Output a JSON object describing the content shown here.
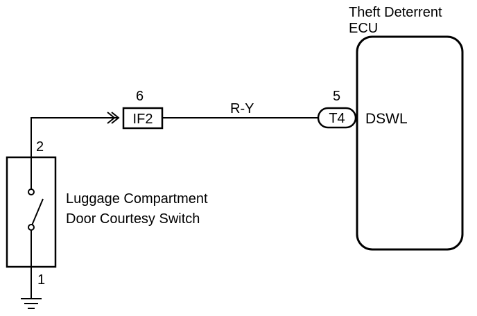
{
  "ecu": {
    "title_line1": "Theft Deterrent",
    "title_line2": "ECU",
    "terminal_label": "DSWL",
    "pin": "5",
    "connector": "T4"
  },
  "junction": {
    "pin": "6",
    "connector": "IF2"
  },
  "wire": {
    "color_code": "R-Y"
  },
  "switch": {
    "label_line1": "Luggage Compartment",
    "label_line2": "Door Courtesy Switch",
    "pin_top": "2",
    "pin_bottom": "1"
  }
}
